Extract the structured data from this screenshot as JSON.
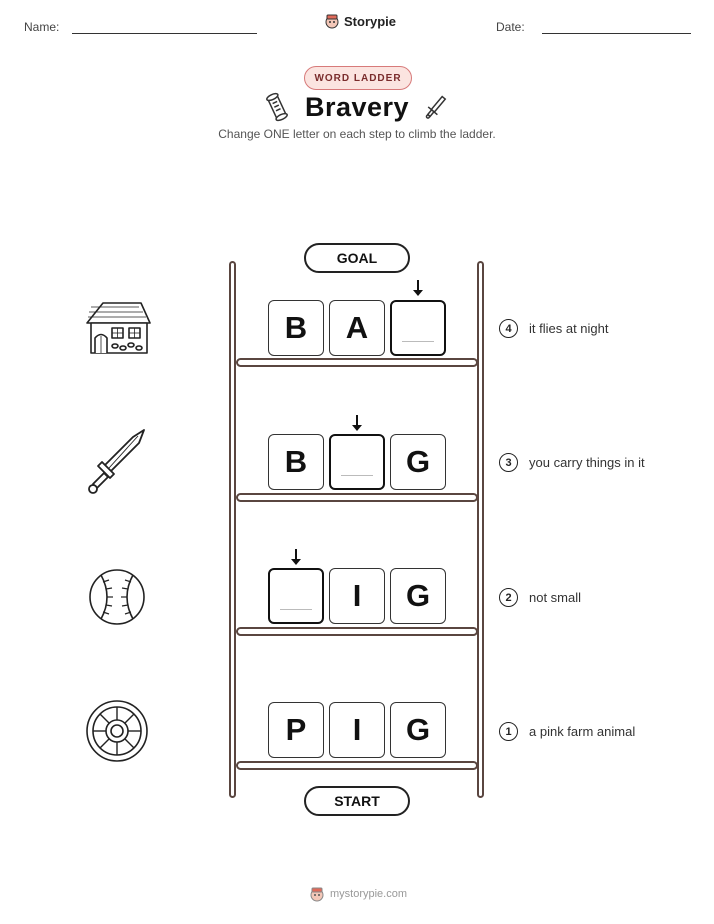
{
  "header": {
    "name_label": "Name:",
    "date_label": "Date:",
    "brand": "Storypie"
  },
  "badge": "WORD LADDER",
  "title": "Bravery",
  "subtitle": "Change ONE letter on each step to climb the ladder.",
  "goal_label": "GOAL",
  "start_label": "START",
  "steps": [
    {
      "number": "4",
      "clue": "it flies at night",
      "letters": [
        "B",
        "A",
        ""
      ],
      "blank_index": 2,
      "icon": "cottage-icon"
    },
    {
      "number": "3",
      "clue": "you carry things in it",
      "letters": [
        "B",
        "",
        "G"
      ],
      "blank_index": 1,
      "icon": "sword-icon"
    },
    {
      "number": "2",
      "clue": "not small",
      "letters": [
        "",
        "I",
        "G"
      ],
      "blank_index": 0,
      "icon": "baseball-icon"
    },
    {
      "number": "1",
      "clue": "a pink farm animal",
      "letters": [
        "P",
        "I",
        "G"
      ],
      "blank_index": -1,
      "icon": "shield-icon"
    }
  ],
  "footer": "mystorypie.com"
}
